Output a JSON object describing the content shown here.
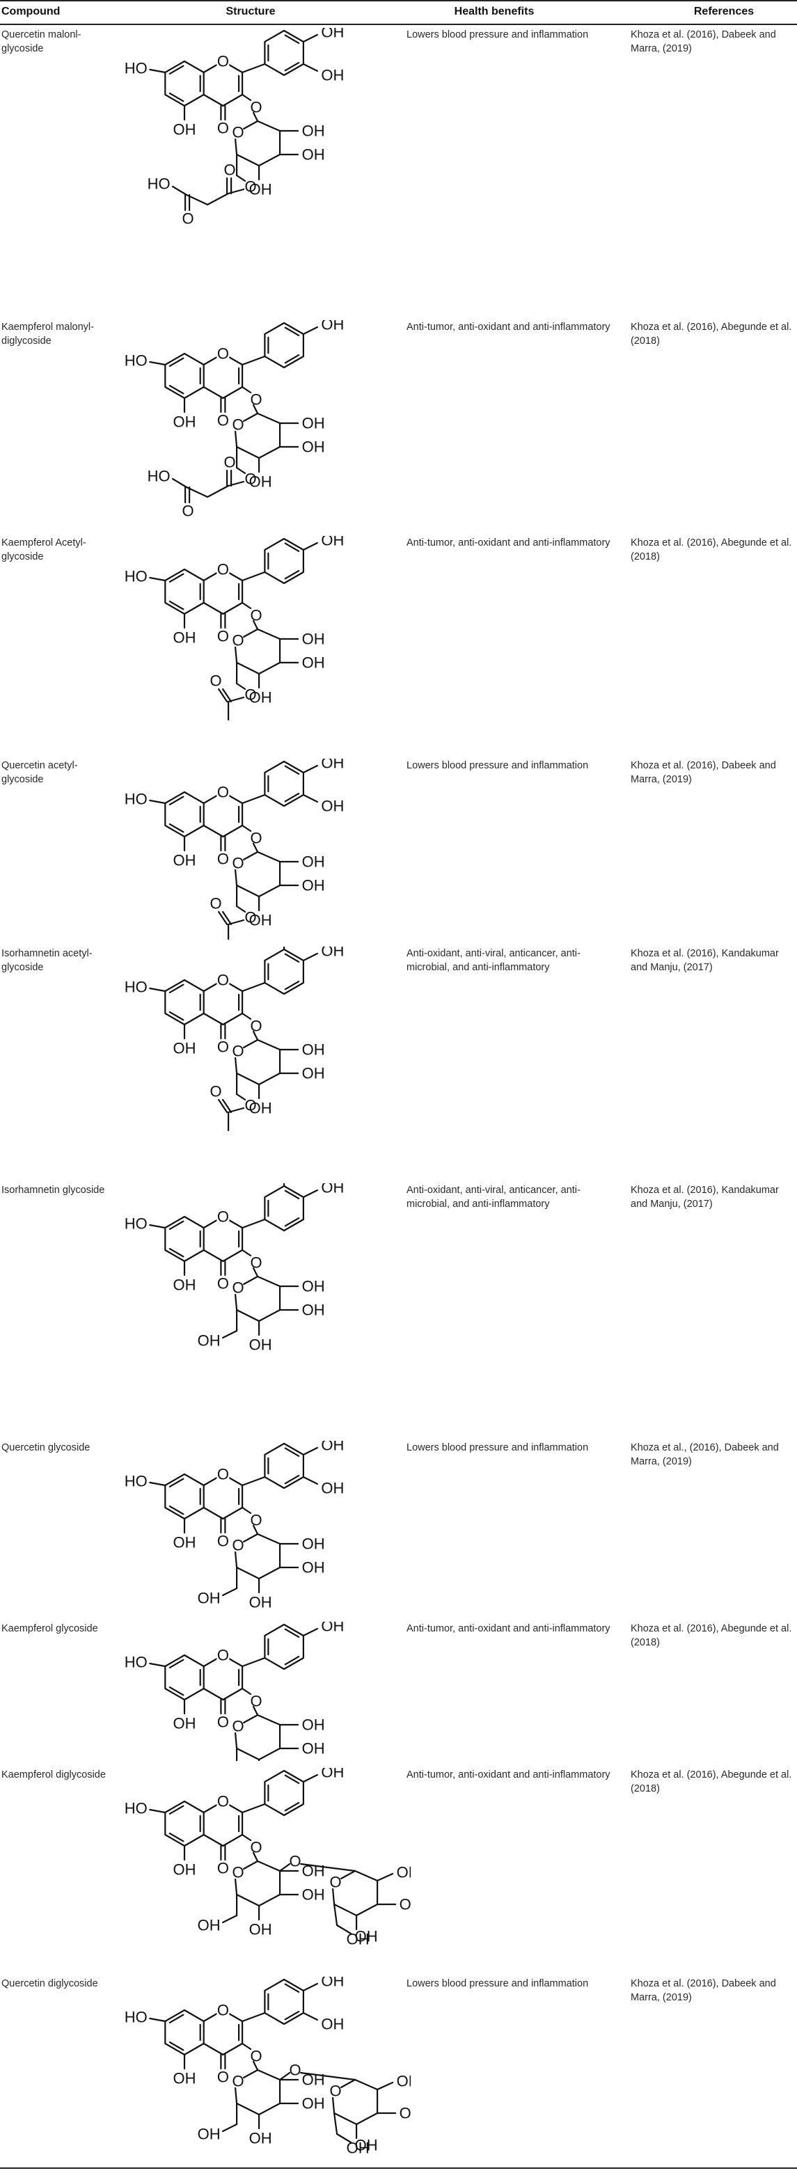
{
  "table": {
    "headers": {
      "compound": "Compound",
      "structure": "Structure",
      "benefits": "Health benefits",
      "references": "References"
    },
    "rows": [
      {
        "compound": "Quercetin malonl-glycoside",
        "benefits": "Lowers blood pressure and inflammation",
        "references": "Khoza et al. (2016), Dabeek and Marra, (2019)",
        "structure": "quercetin-malonyl"
      },
      {
        "compound": "Kaempferol malonyl-diglycoside",
        "benefits": "Anti-tumor, anti-oxidant and anti-inflammatory",
        "references": "Khoza et al. (2016), Abegunde et al. (2018)",
        "structure": "kaempferol-malonyl"
      },
      {
        "compound": "Kaempferol Acetyl-glycoside",
        "benefits": "Anti-tumor, anti-oxidant and anti-inflammatory",
        "references": "Khoza et al. (2016), Abegunde et al. (2018)",
        "structure": "kaempferol-acetyl"
      },
      {
        "compound": "Quercetin acetyl-glycoside",
        "benefits": "Lowers blood pressure and inflammation",
        "references": "Khoza et al. (2016), Dabeek and Marra, (2019)",
        "structure": "quercetin-acetyl"
      },
      {
        "compound": "Isorhamnetin acetyl-glycoside",
        "benefits": "Anti-oxidant, anti-viral, anticancer, anti-microbial, and anti-inflammatory",
        "references": "Khoza et al. (2016), Kandakumar and Manju, (2017)",
        "structure": "isorhamnetin-acetyl"
      },
      {
        "compound": "Isorhamnetin glycoside",
        "benefits": "Anti-oxidant, anti-viral, anticancer, anti-microbial, and anti-inflammatory",
        "references": "Khoza et al. (2016), Kandakumar and Manju, (2017)",
        "structure": "isorhamnetin-glycoside"
      },
      {
        "compound": "Quercetin glycoside",
        "benefits": "Lowers blood pressure and inflammation",
        "references": "Khoza et al., (2016), Dabeek and Marra, (2019)",
        "structure": "quercetin-glycoside"
      },
      {
        "compound": "Kaempferol glycoside",
        "benefits": "Anti-tumor, anti-oxidant and anti-inflammatory",
        "references": "Khoza et al. (2016), Abegunde et al. (2018)",
        "structure": "kaempferol-glycoside"
      },
      {
        "compound": "Kaempferol diglycoside",
        "benefits": "Anti-tumor, anti-oxidant and anti-inflammatory",
        "references": "Khoza et al. (2016), Abegunde et al. (2018)",
        "structure": "kaempferol-diglycoside"
      },
      {
        "compound": "Quercetin diglycoside",
        "benefits": "Lowers blood pressure and inflammation",
        "references": "Khoza et al. (2016), Dabeek and Marra, (2019)",
        "structure": "quercetin-diglycoside"
      }
    ]
  },
  "atoms": {
    "hydroxyl": "OH",
    "hydroxyl_left": "HO",
    "oxygen": "O",
    "acid": "HO"
  }
}
